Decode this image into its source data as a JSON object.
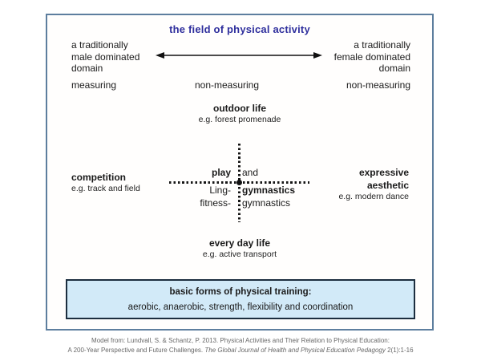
{
  "title": "the field of physical activity",
  "colors": {
    "title": "#2f2f9d",
    "frame_border": "#5d7e9e",
    "training_box_fill": "#d2eaf8",
    "training_box_border": "#1c2e3f"
  },
  "gender_axis": {
    "left": "a traditionally\nmale dominated\ndomain",
    "right": "a traditionally\nfemale dominated\ndomain"
  },
  "measuring_row": {
    "left": "measuring",
    "center": "non-measuring",
    "right": "non-measuring"
  },
  "quadrants": {
    "top": {
      "label": "outdoor life",
      "example": "e.g. forest promenade"
    },
    "bottom": {
      "label": "every day life",
      "example": "e.g. active transport"
    },
    "left": {
      "label": "competition",
      "example": "e.g. track and field"
    },
    "right": {
      "label": "expressive\naesthetic",
      "example": "e.g. modern dance"
    }
  },
  "cross": {
    "left_top": "play",
    "right_top": "and",
    "left_mid": "Ling-",
    "right_mid": "gymnastics",
    "left_bottom": "fitness-",
    "right_bottom": "gymnastics"
  },
  "training_box": {
    "heading": "basic forms of physical training:",
    "items": "aerobic, anaerobic, strength, flexibility and coordination"
  },
  "citation": {
    "line1": "Model from: Lundvall, S. & Schantz, P. 2013. Physical Activities and Their Relation to Physical Education:",
    "line2_prefix": "A 200-Year Perspective and Future Challenges. ",
    "line2_journal": "The Global Journal of Health and Physical Education Pedagogy",
    "line2_suffix": " 2(1):1-16"
  }
}
